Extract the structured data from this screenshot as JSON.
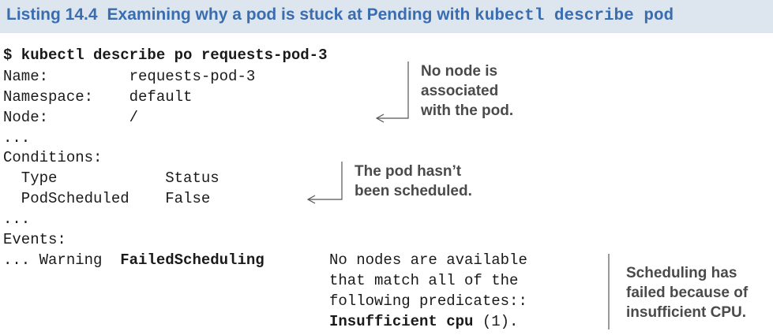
{
  "listing": {
    "number": "Listing 14.4",
    "title_prefix": "Examining why a pod is stuck at Pending with ",
    "title_code": "kubectl describe pod"
  },
  "code": {
    "command": "$ kubectl describe po requests-pod-3",
    "name_line": "Name:         requests-pod-3",
    "namespace_line": "Namespace:    default",
    "node_line": "Node:         /",
    "ellipsis1": "...",
    "conditions_line": "Conditions:",
    "cond_header": "  Type            Status",
    "cond_row": "  PodScheduled    False",
    "ellipsis2": "...",
    "events_line": "Events:",
    "event_prefix": "... Warning  ",
    "event_reason": "FailedScheduling",
    "msg1": "No nodes are available",
    "msg2": "that match all of the",
    "msg3": "following predicates::",
    "msg4_bold": "Insufficient cpu",
    "msg4_rest": " (1)."
  },
  "annotations": {
    "no_node": "No node is\nassociated\nwith the pod.",
    "not_scheduled": "The pod hasn’t\nbeen scheduled.",
    "insufficient_cpu": "Scheduling has\nfailed because of\ninsufficient CPU."
  },
  "colors": {
    "title_bg": "#dde6ef",
    "title_text": "#3a6db0",
    "annotation_text": "#4a4a4a"
  }
}
